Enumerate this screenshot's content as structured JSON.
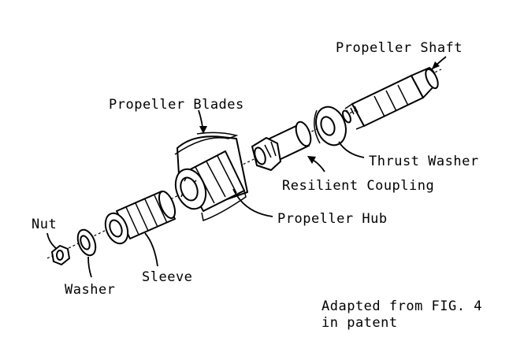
{
  "labels": {
    "propeller_shaft": "Propeller Shaft",
    "propeller_blades": "Propeller Blades",
    "thrust_washer": "Thrust Washer",
    "resilient_coupling": "Resilient Coupling",
    "propeller_hub": "Propeller Hub",
    "nut": "Nut",
    "washer": "Washer",
    "sleeve": "Sleeve"
  },
  "caption": {
    "line1": "Adapted from FIG. 4",
    "line2": "in patent"
  }
}
